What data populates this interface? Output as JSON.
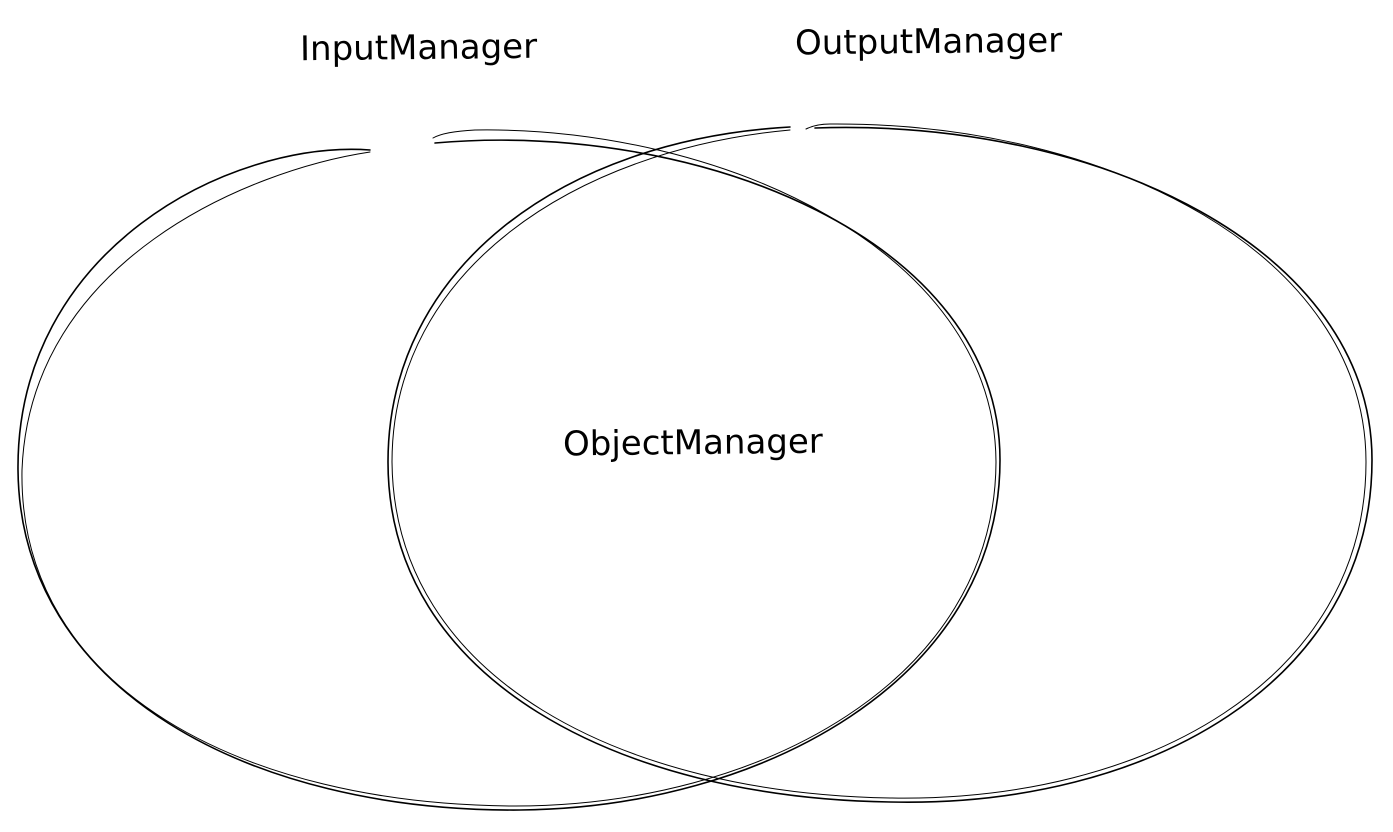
{
  "diagram": {
    "stroke_color": "#000000",
    "background_color": "#ffffff",
    "sets": [
      {
        "id": "input",
        "label": "InputManager"
      },
      {
        "id": "output",
        "label": "OutputManager"
      }
    ],
    "intersection": {
      "label": "ObjectManager"
    }
  }
}
